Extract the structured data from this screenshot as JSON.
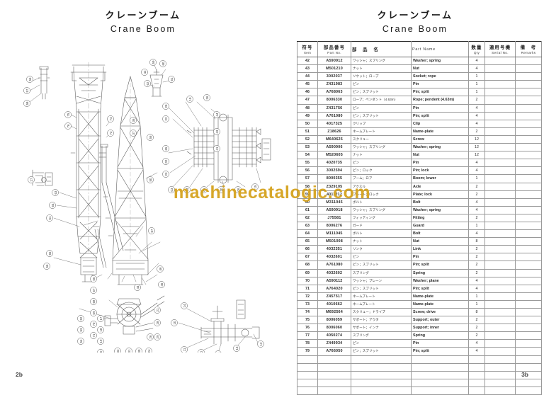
{
  "document": {
    "watermark": "machinecatalogic.com"
  },
  "left_page": {
    "title_jp": "クレーンブーム",
    "title_en": "Crane Boom",
    "page_number": "2b",
    "diagram": {
      "name": "crane-boom-exploded-diagram",
      "callout_numbers": [
        "1",
        "2",
        "3",
        "4",
        "5",
        "6",
        "7",
        "8",
        "9",
        "10",
        "11",
        "12",
        "13",
        "14",
        "15",
        "16",
        "17",
        "18",
        "19",
        "20",
        "21",
        "22",
        "23",
        "24",
        "25",
        "26",
        "27",
        "28",
        "29",
        "30",
        "31",
        "32",
        "33",
        "34",
        "35",
        "36",
        "37",
        "38",
        "39",
        "40",
        "41",
        "42",
        "43",
        "44",
        "45",
        "46",
        "47",
        "48",
        "49",
        "50",
        "51",
        "52",
        "53",
        "54",
        "55",
        "56",
        "57",
        "58",
        "59",
        "60",
        "61",
        "62",
        "63",
        "64",
        "65",
        "66",
        "67",
        "68",
        "69",
        "70",
        "71",
        "72",
        "73",
        "74",
        "75",
        "76",
        "77",
        "78",
        "79"
      ]
    }
  },
  "right_page": {
    "title_jp": "クレーンブーム",
    "title_en": "Crane Boom",
    "page_number": "3b",
    "table": {
      "columns": [
        {
          "jp": "符号",
          "en": "Item"
        },
        {
          "jp": "部品番号",
          "en": "Part No."
        },
        {
          "jp": "部　品　名",
          "en": ""
        },
        {
          "jp": "",
          "en": "Part Name"
        },
        {
          "jp": "数量",
          "en": "Qty"
        },
        {
          "jp": "適用号機",
          "en": "Serial No."
        },
        {
          "jp": "備　考",
          "en": "Remarks"
        }
      ],
      "rows": [
        {
          "item": "42",
          "part_no": "A590912",
          "jp_name": "ワッシャ；スプリング",
          "en_name": "Washer; spring",
          "qty": "4",
          "serial": "",
          "remarks": ""
        },
        {
          "item": "43",
          "part_no": "M501210",
          "jp_name": "ナット",
          "en_name": "Nut",
          "qty": "4",
          "serial": "",
          "remarks": ""
        },
        {
          "item": "44",
          "part_no": "3002037",
          "jp_name": "ソケット；ロープ",
          "en_name": "Socket; rope",
          "qty": "1",
          "serial": "",
          "remarks": ""
        },
        {
          "item": "45",
          "part_no": "Z431983",
          "jp_name": "ピン",
          "en_name": "Pin",
          "qty": "1",
          "serial": "",
          "remarks": ""
        },
        {
          "item": "46",
          "part_no": "A768063",
          "jp_name": "ピン；スプリット",
          "en_name": "Pin; split",
          "qty": "1",
          "serial": "",
          "remarks": ""
        },
        {
          "item": "47",
          "part_no": "8006330",
          "jp_name": "ロープ；ペンダント（4.63m）",
          "en_name": "Rope; pendent (4.63m)",
          "qty": "2",
          "serial": "",
          "remarks": ""
        },
        {
          "item": "48",
          "part_no": "Z431756",
          "jp_name": "ピン",
          "en_name": "Pin",
          "qty": "4",
          "serial": "",
          "remarks": ""
        },
        {
          "item": "49",
          "part_no": "A761080",
          "jp_name": "ピン；スプリット",
          "en_name": "Pin; split",
          "qty": "4",
          "serial": "",
          "remarks": ""
        },
        {
          "item": "50",
          "part_no": "4017325",
          "jp_name": "クリップ",
          "en_name": "Clip",
          "qty": "4",
          "serial": "",
          "remarks": ""
        },
        {
          "item": "51",
          "part_no": "Z18626",
          "jp_name": "ネームプレート",
          "en_name": "Name-plate",
          "qty": "2",
          "serial": "",
          "remarks": ""
        },
        {
          "item": "52",
          "part_no": "M640625",
          "jp_name": "スクリュー",
          "en_name": "Screw",
          "qty": "12",
          "serial": "",
          "remarks": ""
        },
        {
          "item": "53",
          "part_no": "A590906",
          "jp_name": "ワッシャ；スプリング",
          "en_name": "Washer; spring",
          "qty": "12",
          "serial": "",
          "remarks": ""
        },
        {
          "item": "54",
          "part_no": "M520605",
          "jp_name": "ナット",
          "en_name": "Nut",
          "qty": "12",
          "serial": "",
          "remarks": ""
        },
        {
          "item": "55",
          "part_no": "4020735",
          "jp_name": "ピン",
          "en_name": "Pin",
          "qty": "4",
          "serial": "",
          "remarks": ""
        },
        {
          "item": "56",
          "part_no": "3002594",
          "jp_name": "ピン；ロック",
          "en_name": "Pin; lock",
          "qty": "4",
          "serial": "",
          "remarks": ""
        },
        {
          "item": "57",
          "part_no": "8000355",
          "jp_name": "ブーム；ロア",
          "en_name": "Boom; lower",
          "qty": "1",
          "serial": "",
          "remarks": ""
        },
        {
          "item": "58",
          "part_no": "Z329105",
          "jp_name": "アクスル",
          "en_name": "Axle",
          "qty": "2",
          "serial": "",
          "remarks": ""
        },
        {
          "item": "59",
          "part_no": "4011212",
          "jp_name": "プレート；ロック",
          "en_name": "Plate; lock",
          "qty": "2",
          "serial": "",
          "remarks": ""
        },
        {
          "item": "60",
          "part_no": "M311045",
          "jp_name": "ボルト",
          "en_name": "Bolt",
          "qty": "4",
          "serial": "",
          "remarks": ""
        },
        {
          "item": "61",
          "part_no": "A590918",
          "jp_name": "ワッシャ；スプリング",
          "en_name": "Washer; spring",
          "qty": "4",
          "serial": "",
          "remarks": ""
        },
        {
          "item": "62",
          "part_no": "J75581",
          "jp_name": "フィッティング",
          "en_name": "Fitting",
          "qty": "2",
          "serial": "",
          "remarks": ""
        },
        {
          "item": "63",
          "part_no": "8006276",
          "jp_name": "ガード",
          "en_name": "Guard",
          "qty": "1",
          "serial": "",
          "remarks": ""
        },
        {
          "item": "64",
          "part_no": "M111045",
          "jp_name": "ボルト",
          "en_name": "Bolt",
          "qty": "4",
          "serial": "",
          "remarks": ""
        },
        {
          "item": "65",
          "part_no": "M501008",
          "jp_name": "ナット",
          "en_name": "Nut",
          "qty": "8",
          "serial": "",
          "remarks": ""
        },
        {
          "item": "66",
          "part_no": "4032351",
          "jp_name": "リンク",
          "en_name": "Link",
          "qty": "2",
          "serial": "",
          "remarks": ""
        },
        {
          "item": "67",
          "part_no": "4032601",
          "jp_name": "ピン",
          "en_name": "Pin",
          "qty": "2",
          "serial": "",
          "remarks": ""
        },
        {
          "item": "68",
          "part_no": "A761080",
          "jp_name": "ピン；スプリット",
          "en_name": "Pin; split",
          "qty": "2",
          "serial": "",
          "remarks": ""
        },
        {
          "item": "69",
          "part_no": "4032602",
          "jp_name": "スプリング",
          "en_name": "Spring",
          "qty": "2",
          "serial": "",
          "remarks": ""
        },
        {
          "item": "70",
          "part_no": "A590112",
          "jp_name": "ワッシャ；プレーン",
          "en_name": "Washer; plane",
          "qty": "4",
          "serial": "",
          "remarks": ""
        },
        {
          "item": "71",
          "part_no": "A764020",
          "jp_name": "ピン；スプリット",
          "en_name": "Pin; split",
          "qty": "4",
          "serial": "",
          "remarks": ""
        },
        {
          "item": "72",
          "part_no": "Z457517",
          "jp_name": "ネームプレート",
          "en_name": "Name-plate",
          "qty": "1",
          "serial": "",
          "remarks": ""
        },
        {
          "item": "73",
          "part_no": "4010662",
          "jp_name": "ネームプレート",
          "en_name": "Name-plate",
          "qty": "1",
          "serial": "",
          "remarks": ""
        },
        {
          "item": "74",
          "part_no": "M692564",
          "jp_name": "スクリュー；ドライブ",
          "en_name": "Screw; drive",
          "qty": "8",
          "serial": "",
          "remarks": ""
        },
        {
          "item": "75",
          "part_no": "8006059",
          "jp_name": "サポート；アウタ",
          "en_name": "Support; outer",
          "qty": "2",
          "serial": "",
          "remarks": ""
        },
        {
          "item": "76",
          "part_no": "8006060",
          "jp_name": "サポート；インナ",
          "en_name": "Support; inner",
          "qty": "2",
          "serial": "",
          "remarks": ""
        },
        {
          "item": "77",
          "part_no": "4050274",
          "jp_name": "スプリング",
          "en_name": "Spring",
          "qty": "2",
          "serial": "",
          "remarks": ""
        },
        {
          "item": "78",
          "part_no": "Z449934",
          "jp_name": "ピン",
          "en_name": "Pin",
          "qty": "4",
          "serial": "",
          "remarks": ""
        },
        {
          "item": "79",
          "part_no": "A766050",
          "jp_name": "ピン；スプリット",
          "en_name": "Pin; split",
          "qty": "4",
          "serial": "",
          "remarks": ""
        }
      ]
    }
  }
}
